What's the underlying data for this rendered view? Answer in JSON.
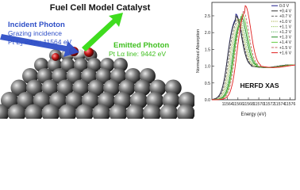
{
  "title": "Fuel Cell Model Catalyst",
  "incident": {
    "heading": "Incident Photon",
    "line1": "Grazing incidence",
    "line2_prefix": "Pt L",
    "line2_sub": "3",
    "line2_suffix": " edge: 11564 eV",
    "color": "#2e4fc7"
  },
  "emitted": {
    "heading": "Emitted Photon",
    "line1": "Pt Lα line: 9442 eV",
    "color": "#3fbf1f"
  },
  "chart_data": {
    "type": "line",
    "title": "HERFD XAS",
    "xlabel": "Energy (eV)",
    "ylabel": "Normalized Absorption",
    "xlim": [
      11561,
      11577
    ],
    "ylim": [
      0,
      2.9
    ],
    "xticks": [
      11564,
      11566,
      11568,
      11570,
      11572,
      11574,
      11576
    ],
    "yticks": [
      0.0,
      0.5,
      1.0,
      1.5,
      2.0,
      2.5
    ],
    "legend_placement": "top-right",
    "series": [
      {
        "name": "0.0 V",
        "color": "#1b1b8c",
        "dash": "solid",
        "peak_x": 11565.6,
        "peak_y": 2.55
      },
      {
        "name": "+0.4 V",
        "color": "#333333",
        "dash": "solid",
        "peak_x": 11565.6,
        "peak_y": 2.5
      },
      {
        "name": "+0.7 V",
        "color": "#666666",
        "dash": "dashed",
        "peak_x": 11565.8,
        "peak_y": 2.45
      },
      {
        "name": "+1.0 V",
        "color": "#9aa02a",
        "dash": "dotted",
        "peak_x": 11566.0,
        "peak_y": 2.42
      },
      {
        "name": "+1.1 V",
        "color": "#7fb93b",
        "dash": "dotted",
        "peak_x": 11566.2,
        "peak_y": 2.4
      },
      {
        "name": "+1.2 V",
        "color": "#3aa33a",
        "dash": "dotted",
        "peak_x": 11566.4,
        "peak_y": 2.42
      },
      {
        "name": "+1.3 V",
        "color": "#1e8a1e",
        "dash": "solid",
        "peak_x": 11566.6,
        "peak_y": 2.48
      },
      {
        "name": "+1.4 V",
        "color": "#66cc44",
        "dash": "solid",
        "peak_x": 11566.8,
        "peak_y": 2.55
      },
      {
        "name": "+1.5 V",
        "color": "#c56a6a",
        "dash": "dashed",
        "peak_x": 11567.0,
        "peak_y": 2.65
      },
      {
        "name": "+1.6 V",
        "color": "#e0201f",
        "dash": "solid",
        "peak_x": 11567.4,
        "peak_y": 2.8
      }
    ]
  }
}
